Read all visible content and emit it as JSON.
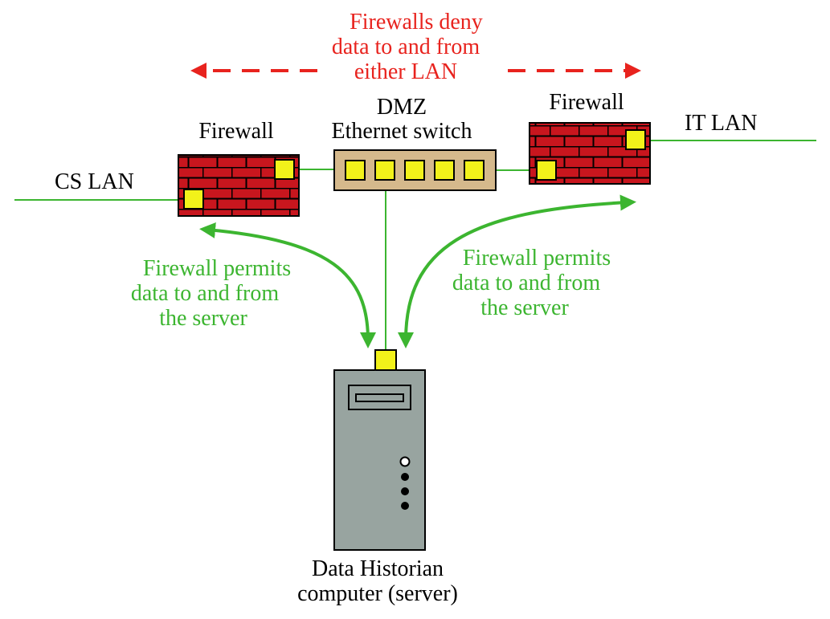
{
  "colors": {
    "deny": "#e8231e",
    "permit": "#3cb530",
    "link": "#3cb530",
    "brick": "#c8161e",
    "mortar": "#000000",
    "port": "#f2f21a",
    "switch_body": "#d5b98c",
    "server_body": "#98a4a0"
  },
  "deny_note": {
    "line1": "Firewalls deny",
    "line2": "data to and from",
    "line3": "either LAN"
  },
  "left_firewall": {
    "label": "Firewall"
  },
  "right_firewall": {
    "label": "Firewall"
  },
  "dmz_switch": {
    "line1": "DMZ",
    "line2": "Ethernet switch"
  },
  "cs_lan": {
    "label": "CS LAN"
  },
  "it_lan": {
    "label": "IT LAN"
  },
  "left_permit_note": {
    "line1": "Firewall permits",
    "line2": "data to and from",
    "line3": "the server"
  },
  "right_permit_note": {
    "line1": "Firewall permits",
    "line2": "data to and from",
    "line3": "the server"
  },
  "server": {
    "line1": "Data Historian",
    "line2": "computer (server)"
  }
}
